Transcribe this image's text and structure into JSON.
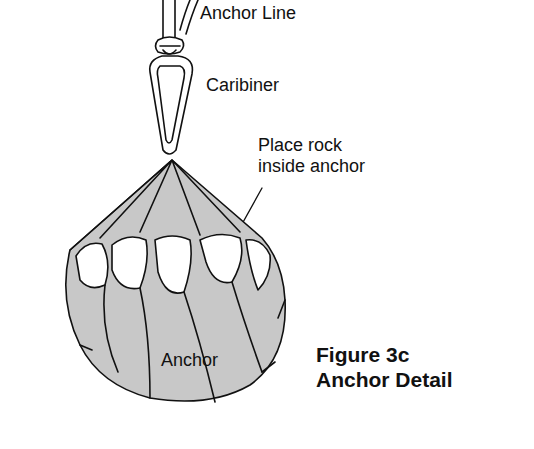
{
  "diagram": {
    "caption": "Figure 3c Anchor Detail",
    "nodes": [
      {
        "text": [
          "Anchor"
        ]
      }
    ],
    "labels": [
      "Anchor Line",
      "Caribiner",
      "Place rock inside anchor"
    ]
  }
}
